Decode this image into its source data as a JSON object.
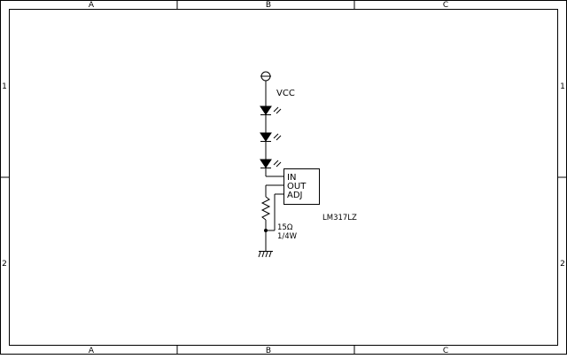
{
  "frame": {
    "columns": [
      "A",
      "B",
      "C"
    ],
    "rows": [
      "1",
      "2"
    ]
  },
  "schematic": {
    "supply_label": "VCC",
    "regulator": {
      "part": "LM317LZ",
      "pins": [
        "IN",
        "OUT",
        "ADJ"
      ]
    },
    "resistor": {
      "value": "15Ω",
      "rating": "1/4W"
    },
    "led_count": 3,
    "colors": {
      "ink": "#000000",
      "background": "#ffffff"
    }
  }
}
